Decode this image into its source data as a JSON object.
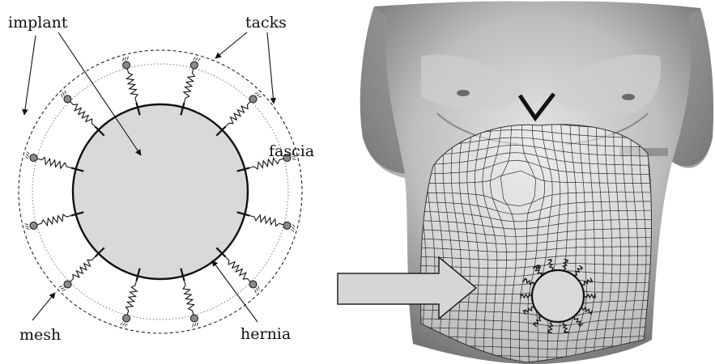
{
  "left_panel": {
    "labels": {
      "implant": "implant",
      "tacks": "tacks",
      "fascia": "fascia",
      "mesh": "mesh",
      "hernia": "hernia"
    },
    "colors": {
      "implant_fill": "#d9d9d9",
      "tack_fill": "#8a8a8a",
      "stroke": "#111111"
    },
    "tack_count": 12
  },
  "right_panel": {
    "icons": [
      "torso-photo",
      "deformed-mesh-grid",
      "v-marker",
      "arrow-right-icon",
      "implant-circle"
    ],
    "colors": {
      "arrow_fill": "#d6d6d6",
      "implant_fill": "#d9d9d9"
    }
  }
}
